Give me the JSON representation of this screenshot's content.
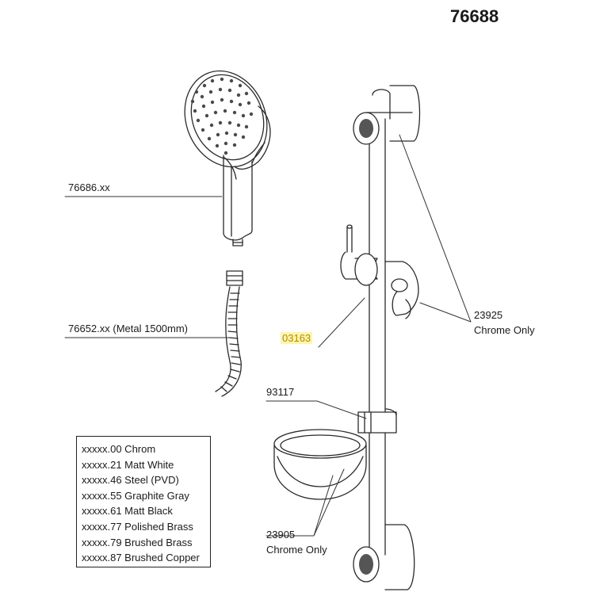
{
  "title": "76688",
  "labels": {
    "hand_shower": "76686.xx",
    "hose": "76652.xx (Metal 1500mm)",
    "rail": "03163",
    "holder_code": "23925",
    "holder_note": "Chrome Only",
    "soap_clip": "93117",
    "soap_dish_code": "23905",
    "soap_dish_note": "Chrome Only"
  },
  "finishes": [
    "xxxxx.00 Chrom",
    "xxxxx.21 Matt White",
    "xxxxx.46 Steel (PVD)",
    "xxxxx.55 Graphite Gray",
    "xxxxx.61 Matt Black",
    "xxxxx.77 Polished Brass",
    "xxxxx.79 Brushed Brass",
    "xxxxx.87 Brushed Copper"
  ],
  "colors": {
    "line": "#2a2a2a",
    "highlight": "#fff6a8",
    "highlight_text": "#b08a10"
  }
}
